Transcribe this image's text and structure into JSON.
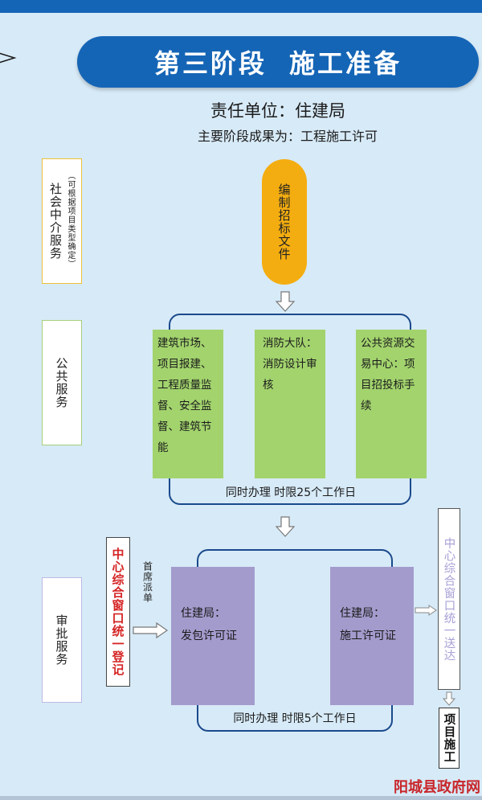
{
  "header": {
    "stage": "第三阶段",
    "stage_name": "施工准备",
    "responsibility": "责任单位：住建局",
    "result": "主要阶段成果为：工程施工许可"
  },
  "side_labels": {
    "social": "社会中介服务",
    "social_note": "（可根据项目类型确定）",
    "public": "公共服务",
    "approval": "审批服务"
  },
  "tender_doc": "编制招标文件",
  "public_services": [
    {
      "text": "建筑市场、项目报建、工程质量监督、安全监督、建筑节能"
    },
    {
      "text": "消防大队：消防设计审核"
    },
    {
      "text": "公共资源交易中心：项目招投标手续"
    }
  ],
  "public_caption": "同时办理 时限25个工作日",
  "center_register": "中心综合窗口统一登记",
  "dispatch": "首席派单",
  "approval_items": [
    {
      "line1": "住建局：",
      "line2": "发包许可证"
    },
    {
      "line1": "住建局：",
      "line2": "施工许可证"
    }
  ],
  "approval_caption": "同时办理 时限5个工作日",
  "center_deliver": "中心综合窗口统一送达",
  "project_start": "项目施工",
  "watermark": "阳城县政府网",
  "colors": {
    "banner": "#1565b6",
    "pill": "#f4ad10",
    "public_box": "#a2d36d",
    "approval_box": "#a49bcd",
    "register_text": "#d52424"
  }
}
